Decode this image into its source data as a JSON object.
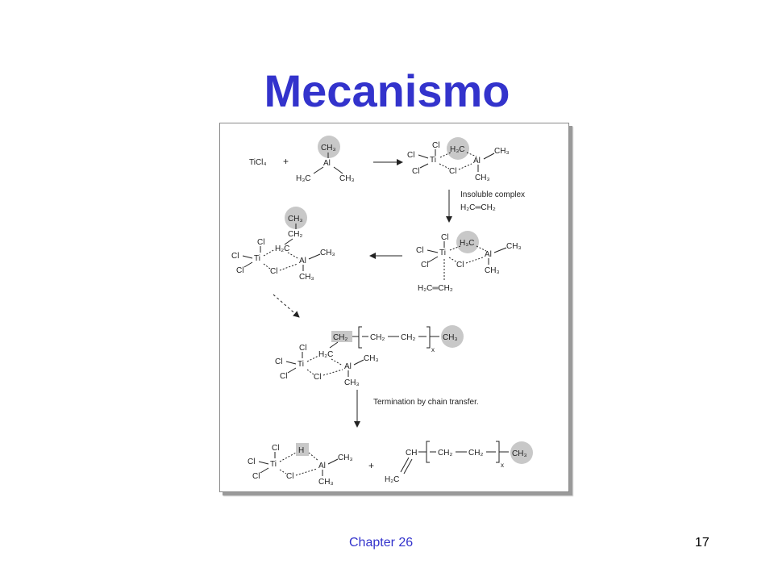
{
  "slide": {
    "title": "Mecanismo"
  },
  "footer": {
    "chapter": "Chapter 26",
    "page": "17"
  },
  "colors": {
    "title": "#3333cc",
    "highlight": "#c8c8c8",
    "footer_chapter": "#3333cc"
  },
  "figure": {
    "notes": {
      "insoluble": "Insoluble complex",
      "ethylene": "H₂C═CH₂",
      "termination": "Termination by chain transfer."
    },
    "step1": {
      "ticl4": "TiCl₄",
      "plus": "+",
      "al": "Al",
      "ch3_top": "CH₃",
      "h3c_left": "H₃C",
      "ch3_right": "CH₃"
    },
    "complex1": {
      "cl_top": "Cl",
      "cl_left": "Cl",
      "cl_bottom": "Cl",
      "ti": "Ti",
      "h3c": "H₃C",
      "cl_bridge": "Cl",
      "al": "Al",
      "ch3_right": "CH₃",
      "ch3_down": "CH₃"
    },
    "complex2": {
      "cl_top": "Cl",
      "cl_left": "Cl",
      "cl_bottom": "Cl",
      "ti": "Ti",
      "h3c": "H₃C",
      "cl_bridge": "Cl",
      "al": "Al",
      "ch3_right": "CH₃",
      "ch3_down": "CH₃",
      "ethylene": "H₂C═CH₂"
    },
    "complex3": {
      "ch3_top": "CH₃",
      "ch2": "CH₂",
      "h2c": "H₂C",
      "cl_top": "Cl",
      "cl_left": "Cl",
      "cl_bottom": "Cl",
      "ti": "Ti",
      "cl_bridge": "Cl",
      "al": "Al",
      "ch3_right": "CH₃",
      "ch3_down": "CH₃"
    },
    "complex4": {
      "ch2_head": "CH₂",
      "ch2_a": "CH₂",
      "ch2_b": "CH₂",
      "sub_x": "x",
      "ch3_end": "CH₃",
      "h2c": "H₂C",
      "cl_top": "Cl",
      "cl_left": "Cl",
      "cl_bottom": "Cl",
      "ti": "Ti",
      "cl_bridge": "Cl",
      "al": "Al",
      "ch3_right": "CH₃",
      "ch3_down": "CH₃"
    },
    "products": {
      "h": "H",
      "cl_top": "Cl",
      "cl_left": "Cl",
      "cl_bottom": "Cl",
      "ti": "Ti",
      "cl_bridge": "Cl",
      "al": "Al",
      "ch3_right": "CH₃",
      "ch3_down": "CH₃",
      "plus": "+",
      "ch": "CH",
      "ch2_a": "CH₂",
      "ch2_b": "CH₂",
      "sub_x": "x",
      "ch3_end": "CH₃",
      "h2c": "H₂C"
    }
  }
}
